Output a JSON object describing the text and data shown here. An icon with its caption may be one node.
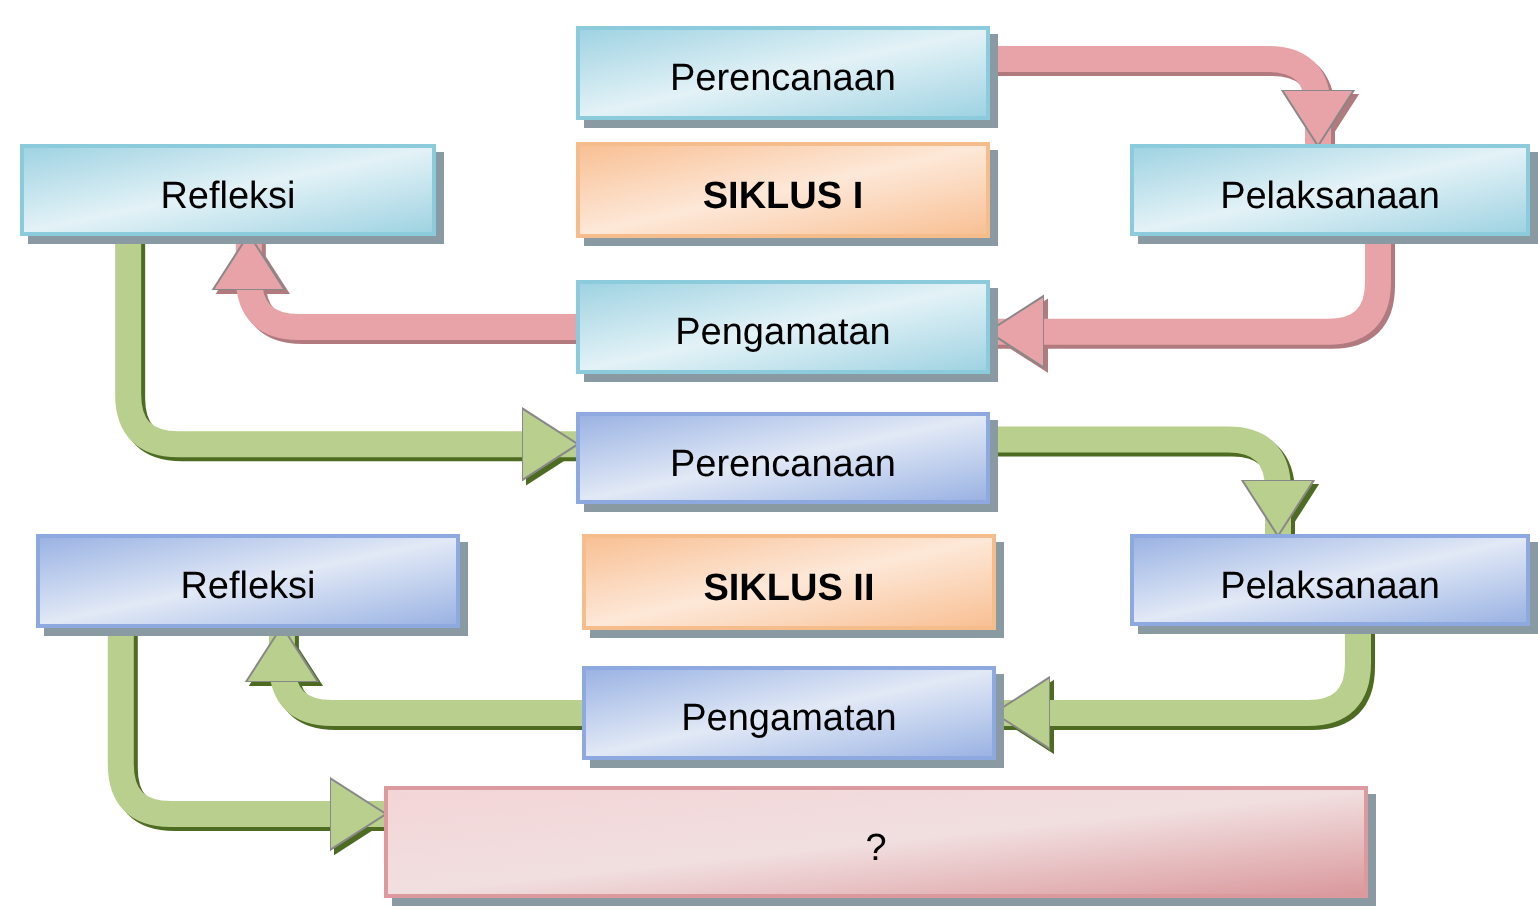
{
  "diagram": {
    "nodes": [
      {
        "text": [
          "Perencanaan"
        ]
      },
      {
        "text": [
          "Refleksi"
        ]
      },
      {
        "text": [
          "SIKLUS I"
        ]
      },
      {
        "text": [
          "Pelaksanaan"
        ]
      },
      {
        "text": [
          "Pengamatan"
        ]
      },
      {
        "text": [
          "Perencanaan"
        ]
      },
      {
        "text": [
          "Refleksi"
        ]
      },
      {
        "text": [
          "SIKLUS II"
        ]
      },
      {
        "text": [
          "Pelaksanaan"
        ]
      },
      {
        "text": [
          "Pengamatan"
        ]
      },
      {
        "text": [
          "?"
        ]
      }
    ],
    "edges": [
      {
        "from": 0,
        "to": 3,
        "arrow": "to",
        "color": "#e8a3a8"
      },
      {
        "from": 3,
        "to": 4,
        "arrow": "to",
        "color": "#e8a3a8"
      },
      {
        "from": 4,
        "to": 1,
        "arrow": "to",
        "color": "#e8a3a8"
      },
      {
        "from": 1,
        "to": 5,
        "arrow": "to"
      },
      {
        "from": 5,
        "to": 8,
        "arrow": "to"
      },
      {
        "from": 8,
        "to": 9,
        "arrow": "to"
      },
      {
        "from": 9,
        "to": 6,
        "arrow": "to"
      },
      {
        "from": 6,
        "to": 10,
        "arrow": "to"
      }
    ]
  }
}
